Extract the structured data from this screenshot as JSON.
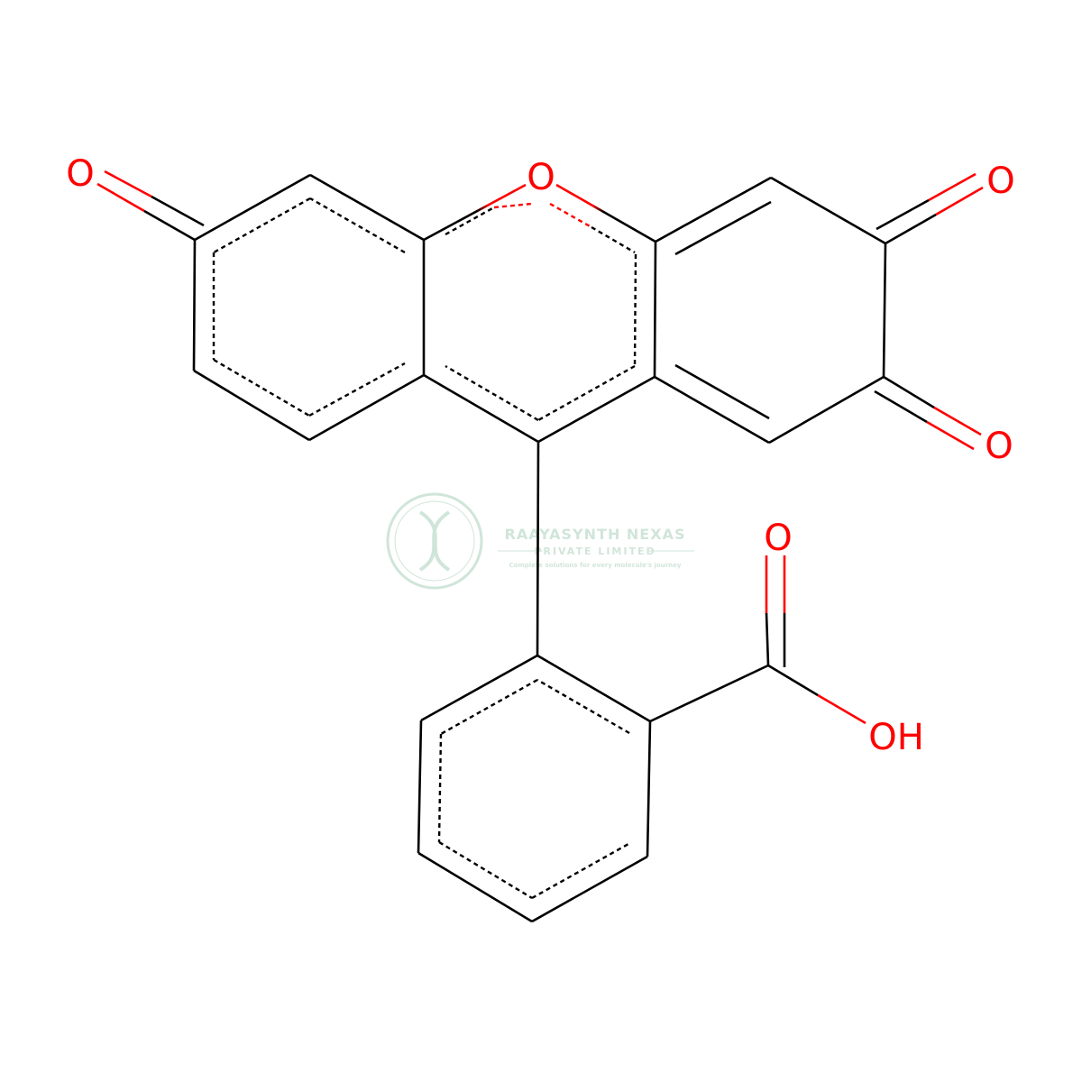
{
  "atom_labels": {
    "O_ketone_left": "O",
    "O_ring": "O",
    "O_top_right": "O",
    "O_bottom_right": "O",
    "O_acid_carbonyl": "O",
    "OH_acid": "OH"
  },
  "watermark": {
    "company_name": "RAAYASYNTH NEXAS",
    "company_type": "PRIVATE LIMITED",
    "tagline": "Complete solutions for every molecule's journey"
  },
  "colors": {
    "bond": "#000000",
    "heteroatom": "#ff0000",
    "watermark": "#2e8b57"
  }
}
